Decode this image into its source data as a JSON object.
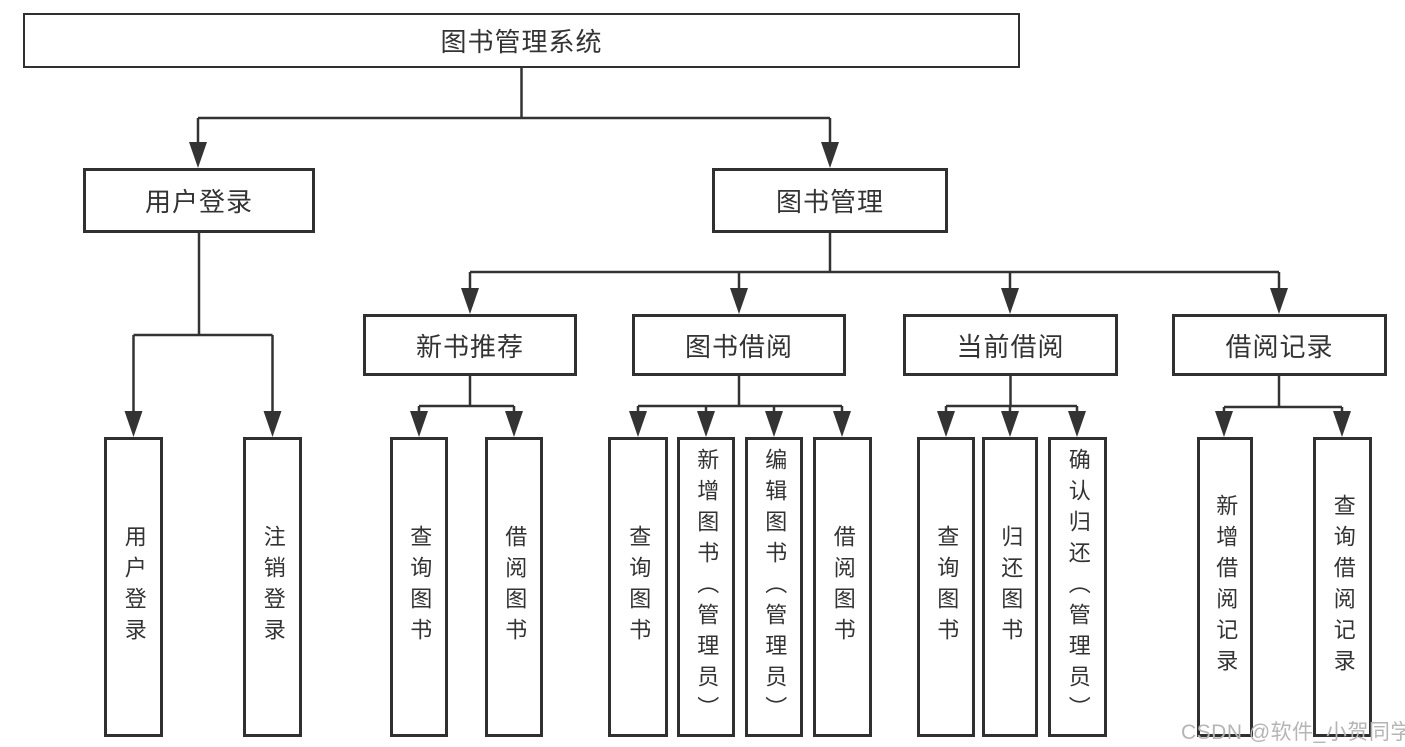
{
  "tree": {
    "root": {
      "label": "图书管理系统"
    },
    "level1": [
      {
        "label": "用户登录",
        "children": [
          {
            "label": "用户登录"
          },
          {
            "label": "注销登录"
          }
        ]
      },
      {
        "label": "图书管理",
        "children": [
          {
            "label": "新书推荐",
            "children": [
              {
                "label": "查询图书"
              },
              {
                "label": "借阅图书"
              }
            ]
          },
          {
            "label": "图书借阅",
            "children": [
              {
                "label": "查询图书"
              },
              {
                "label": "新增图书（管理员）"
              },
              {
                "label": "编辑图书（管理员）"
              },
              {
                "label": "借阅图书"
              }
            ]
          },
          {
            "label": "当前借阅",
            "children": [
              {
                "label": "查询图书"
              },
              {
                "label": "归还图书"
              },
              {
                "label": "确认归还（管理员）"
              }
            ]
          },
          {
            "label": "借阅记录",
            "children": [
              {
                "label": "新增借阅记录"
              },
              {
                "label": "查询借阅记录"
              }
            ]
          }
        ]
      }
    ]
  },
  "watermark": {
    "text": "CSDN @软件_小贺同学"
  },
  "colors": {
    "line": "#333333",
    "border": "#303030",
    "text": "#333333",
    "watermark": "#b5b5b5",
    "background": "#ffffff"
  }
}
